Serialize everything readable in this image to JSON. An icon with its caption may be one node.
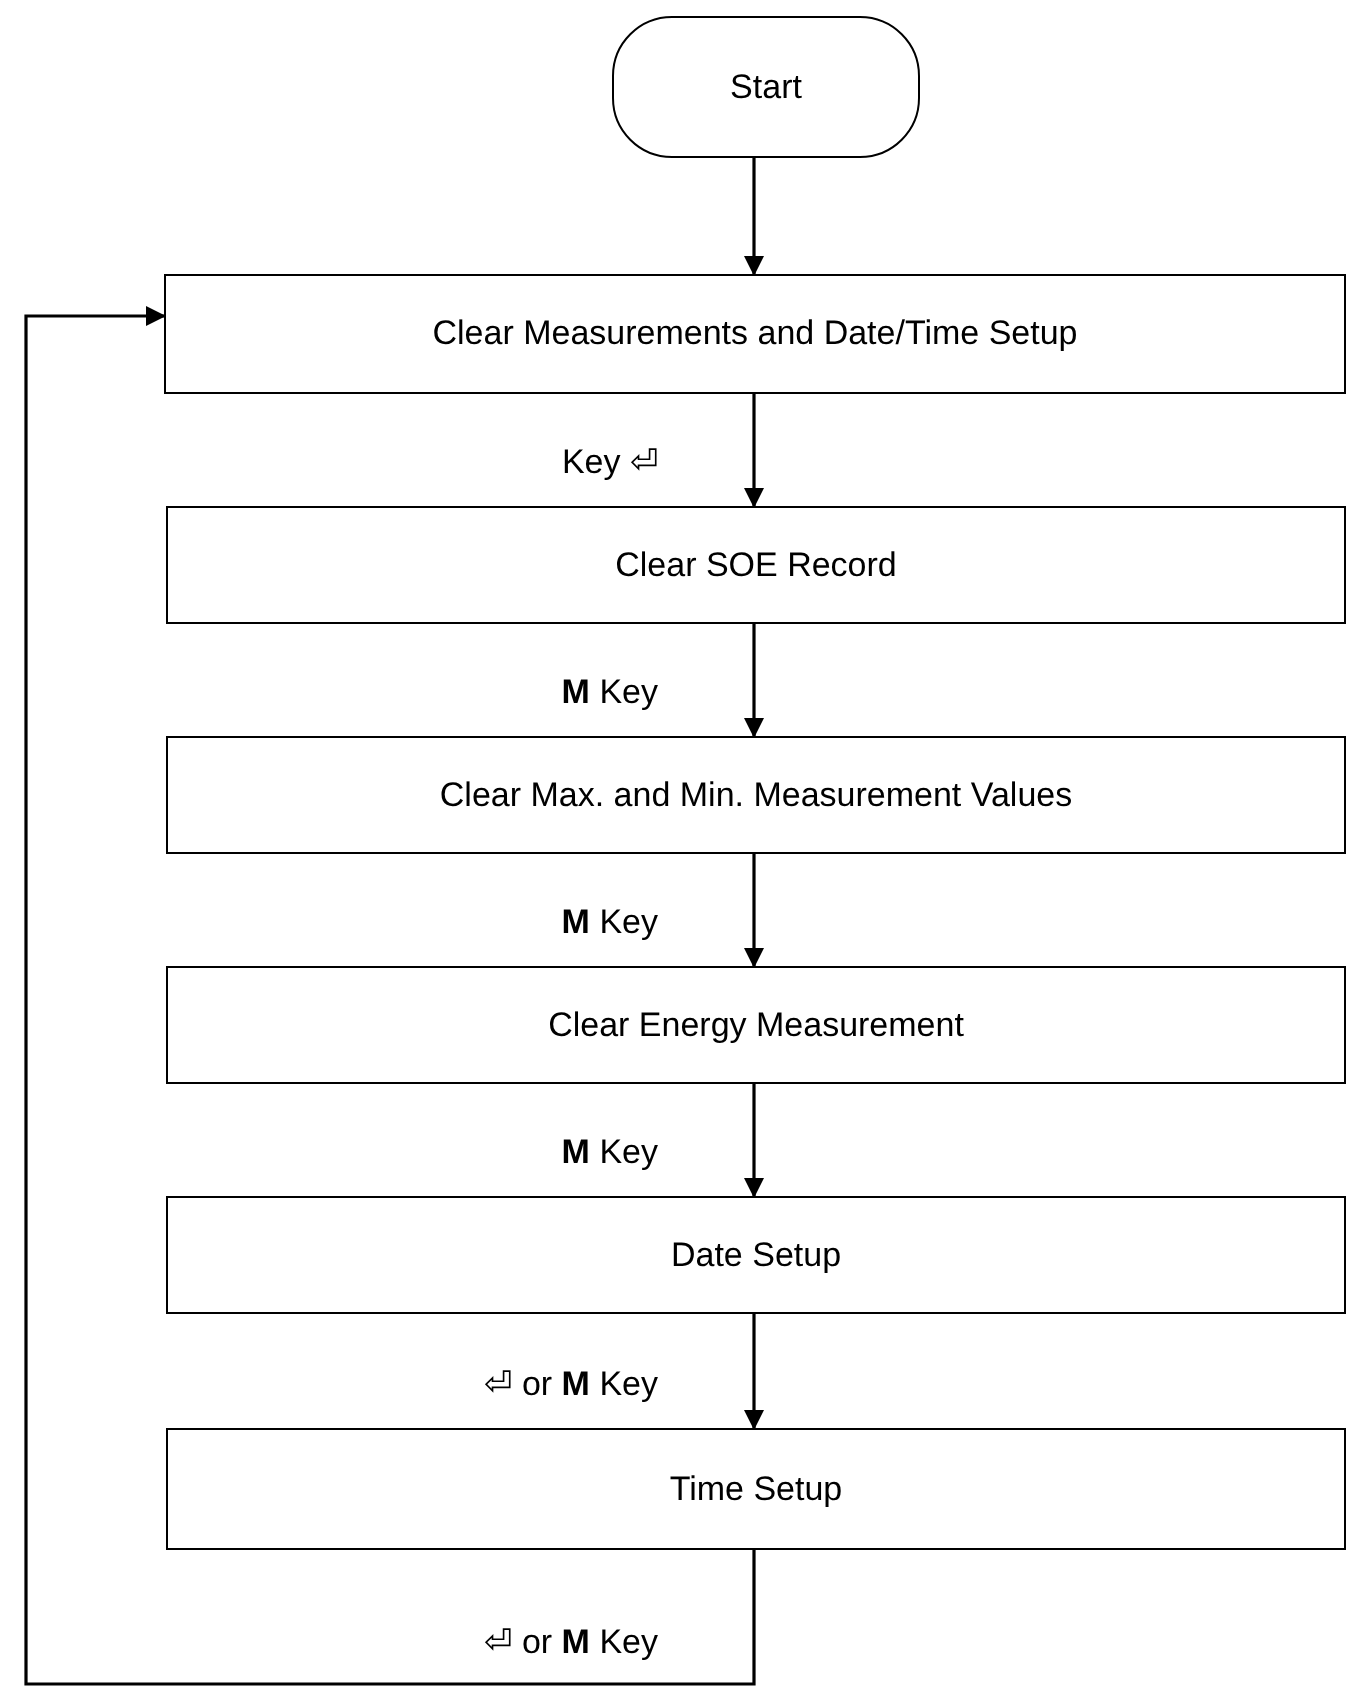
{
  "diagram": {
    "nodes": [
      {
        "text": [
          "Start"
        ]
      },
      {
        "text": [
          "Clear Measurements and Date/Time Setup"
        ]
      },
      {
        "text": [
          "Clear SOE Record"
        ]
      },
      {
        "text": [
          "Clear Max. and Min. Measurement Values"
        ]
      },
      {
        "text": [
          "Clear Energy Measurement"
        ]
      },
      {
        "text": [
          "Date Setup"
        ]
      },
      {
        "text": [
          "Time Setup"
        ]
      }
    ],
    "edges": [
      {
        "from": 0,
        "to": 1,
        "arrow": "to"
      },
      {
        "from": 1,
        "to": 2,
        "arrow": "to",
        "label": "Key ⏎"
      },
      {
        "from": 2,
        "to": 3,
        "arrow": "to",
        "label": "**M** Key"
      },
      {
        "from": 3,
        "to": 4,
        "arrow": "to",
        "label": "**M** Key"
      },
      {
        "from": 4,
        "to": 5,
        "arrow": "to",
        "label": "**M** Key"
      },
      {
        "from": 5,
        "to": 6,
        "arrow": "to",
        "label": "⏎ or **M** Key"
      },
      {
        "from": 6,
        "to": 1,
        "arrow": "to",
        "label": "⏎ or **M** Key"
      }
    ]
  }
}
